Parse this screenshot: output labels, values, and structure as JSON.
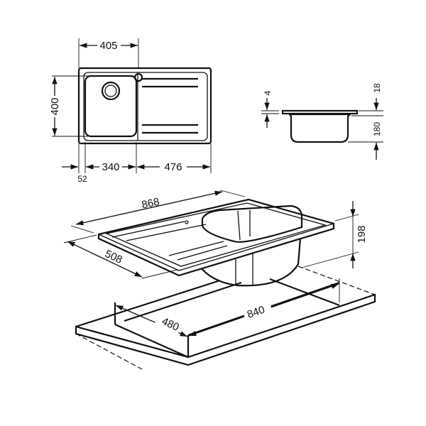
{
  "title": "Sink dimensions drawing",
  "top_view": {
    "width_bowl_zone": "405",
    "height_bowl": "400",
    "offset_left": "52",
    "bowl_width": "340",
    "drainer_width": "476"
  },
  "side_view": {
    "flange_thickness": "4",
    "flange_height": "18",
    "bowl_depth": "180"
  },
  "perspective_view": {
    "overall_length": "868",
    "overall_depth": "508",
    "total_height": "198",
    "cutout_length": "840",
    "cutout_depth": "480"
  }
}
